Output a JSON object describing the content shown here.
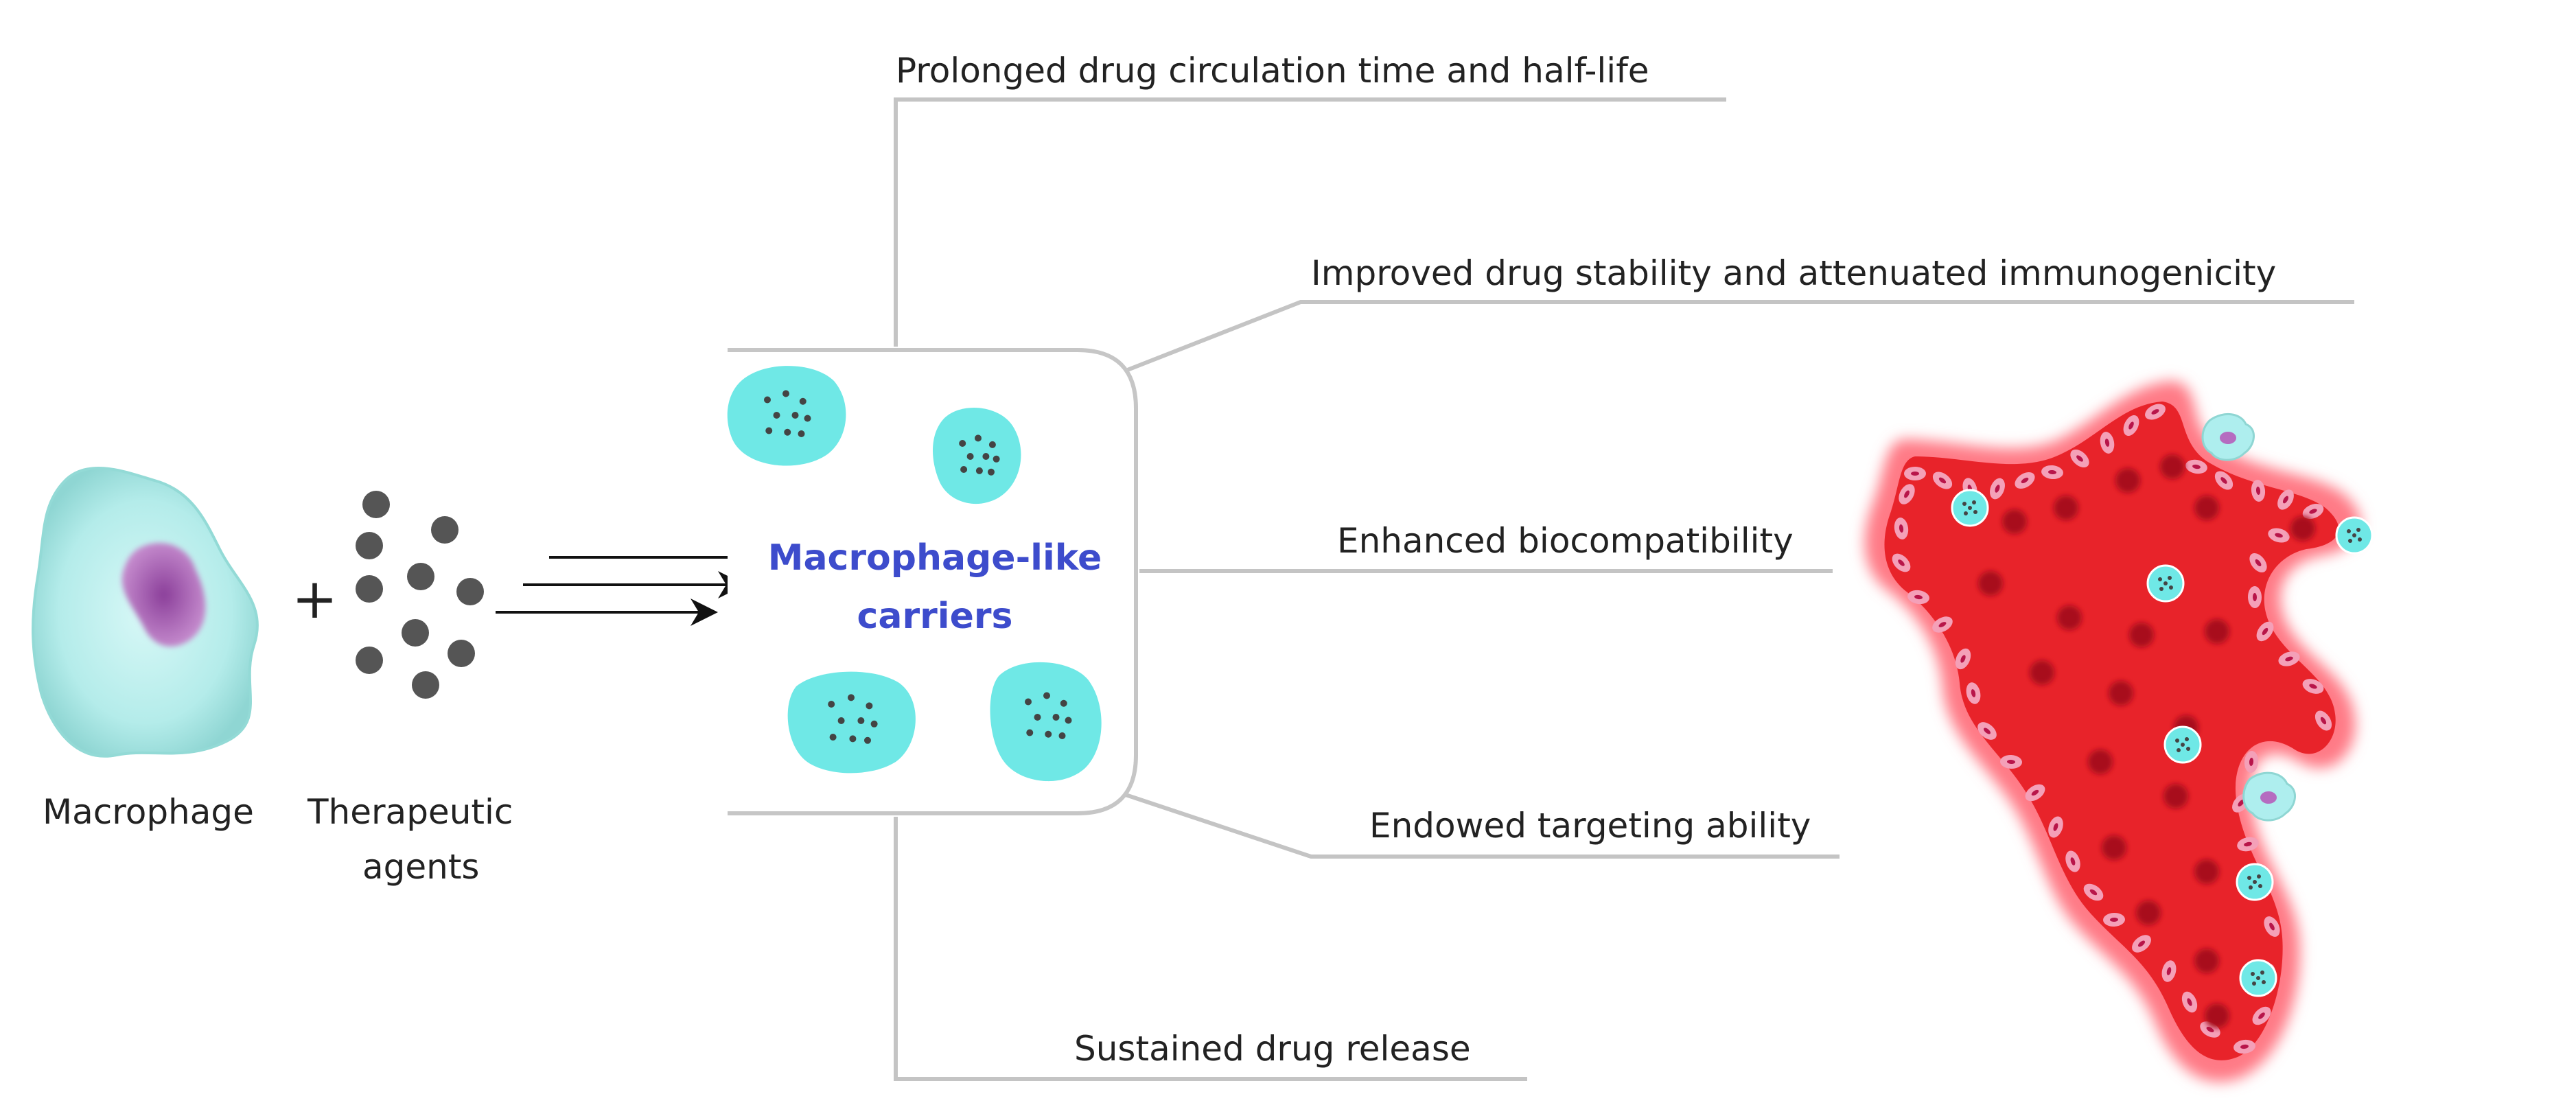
{
  "labels": {
    "macrophage": "Macrophage",
    "agents_line1": "Therapeutic",
    "agents_line2": "agents",
    "plus": "+",
    "carrier_line1": "Macrophage-like",
    "carrier_line2": "carriers"
  },
  "benefits": [
    "Prolonged drug circulation time and half-life",
    "Improved drug stability and attenuated immunogenicity",
    "Enhanced biocompatibility",
    "Endowed targeting ability",
    "Sustained drug release"
  ],
  "colors": {
    "carrier_text": "#3d4ccc",
    "carrier_particle": "#6fe8e6",
    "drug_dot": "#555555",
    "leader_line": "#c4c4c4",
    "tumor": "#e8232a",
    "tumor_core": "#a8101c",
    "macrophage_body": "#b8f0ef",
    "macrophage_nucleus": "#a35bb0"
  }
}
